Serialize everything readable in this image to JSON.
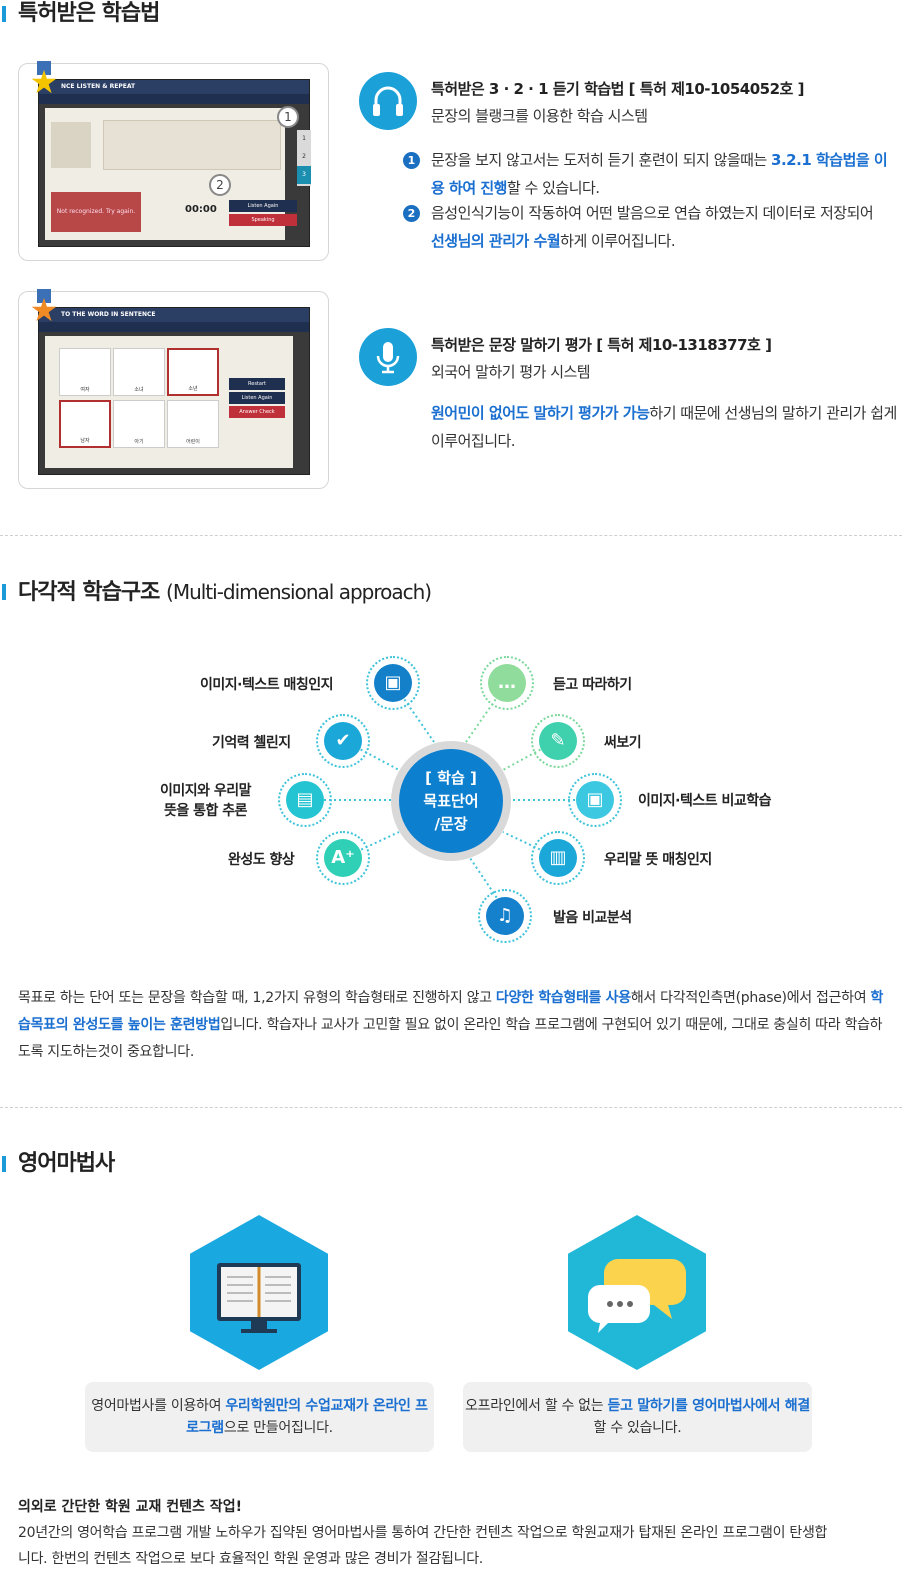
{
  "section1": {
    "title": "특허받은 학습법",
    "shot1": {
      "header": "NCE LISTEN & REPEAT",
      "btn1": "Listen Again",
      "btn2": "Speaking",
      "error": "Not recognized. Try again.",
      "timer": "00:00",
      "marker1": "1",
      "marker2": "2",
      "side": [
        "1",
        "2",
        "3"
      ]
    },
    "shot2": {
      "header": "TO THE WORD IN SENTENCE",
      "btn1": "Restart",
      "btn2": "Listen Again",
      "btn3": "Answer Check",
      "cells": [
        "여자",
        "소녀",
        "소년",
        "남자",
        "아기",
        "어린이"
      ]
    },
    "feature1": {
      "icon": "headphones-icon",
      "title": "특허받은 3 · 2 · 1 듣기 학습법 [ 특허 제10-1054052호 ]",
      "subtitle": "문장의 블랭크를 이용한 학습 시스템",
      "b1_num": "1",
      "b1_pre": "문장을 보지 않고서는 도저히 듣기 훈련이 되지 않을때는 ",
      "b1_hl": "3.2.1 학습법을 이용 하여 진행",
      "b1_post": "할 수 있습니다.",
      "b2_num": "2",
      "b2_pre": "음성인식기능이 작동하여 어떤 발음으로 연습 하였는지 데이터로 저장되어 ",
      "b2_hl": "선생님의 관리가 수월",
      "b2_post": "하게 이루어집니다."
    },
    "feature2": {
      "icon": "microphone-icon",
      "title": "특허받은 문장 말하기 평가 [ 특허 제10-1318377호 ]",
      "subtitle": "외국어 말하기 평가 시스템",
      "hl": "원어민이 없어도 말하기 평가가 가능",
      "post": "하기 때문에 선생님의 말하기 관리가 쉽게 이루어집니다."
    }
  },
  "section2": {
    "title": "다각적 학습구조",
    "title_en": "(Multi-dimensional approach)",
    "center_line1": "[ 학습 ]",
    "center_line2": "목표단어",
    "center_line3": "/문장",
    "nodes": {
      "img_text_match": "이미지·텍스트 매칭인지",
      "memory": "기억력 첼린지",
      "inference_1": "이미지와 우리말",
      "inference_2": "뜻을 통합 추론",
      "completion": "완성도 향상",
      "listen_repeat": "듣고 따라하기",
      "write": "써보기",
      "img_text_compare": "이미지·텍스트 비교학습",
      "korean_match": "우리말 뜻 매칭인지",
      "pronunciation": "발음 비교분석"
    },
    "p_pre": "목표로 하는 단어 또는 문장을 학습할 때, 1,2가지 유형의 학습형태로 진행하지 않고 ",
    "p_hl1": "다양한 학습형태를 사용",
    "p_mid1": "해서 다각적인측면(phase)에서 접근하여 ",
    "p_hl2": "학습목표의 완성도를 높이는 훈련방법",
    "p_post": "입니다. 학습자나 교사가 고민할 필요 없이 온라인 학습 프로그램에 구현되어 있기 때문에, 그대로 충실히 따라 학습하도록 지도하는것이 중요합니다."
  },
  "section3": {
    "title": "영어마법사",
    "box1_pre": "영어마법사를 이용하여 ",
    "box1_hl": "우리학원만의 수업교재가 온라인 프로그램",
    "box1_post": "으로 만들어집니다.",
    "box2_pre": "오프라인에서 할 수 없는 ",
    "box2_hl": "듣고 말하기를 영어마법사에서 해결",
    "box2_post": "할 수 있습니다.",
    "bottom_title": "의외로 간단한 학원 교재 컨텐츠 작업!",
    "bottom_text": "20년간의 영어학습 프로그램 개발 노하우가 집약된 영어마법사를 통하여 간단한 컨텐츠 작업으로 학원교재가 탑재된 온라인 프로그램이 탄생합니다. 한번의 컨텐츠 작업으로 보다 효율적인 학원 운영과 많은 경비가 절감됩니다."
  }
}
